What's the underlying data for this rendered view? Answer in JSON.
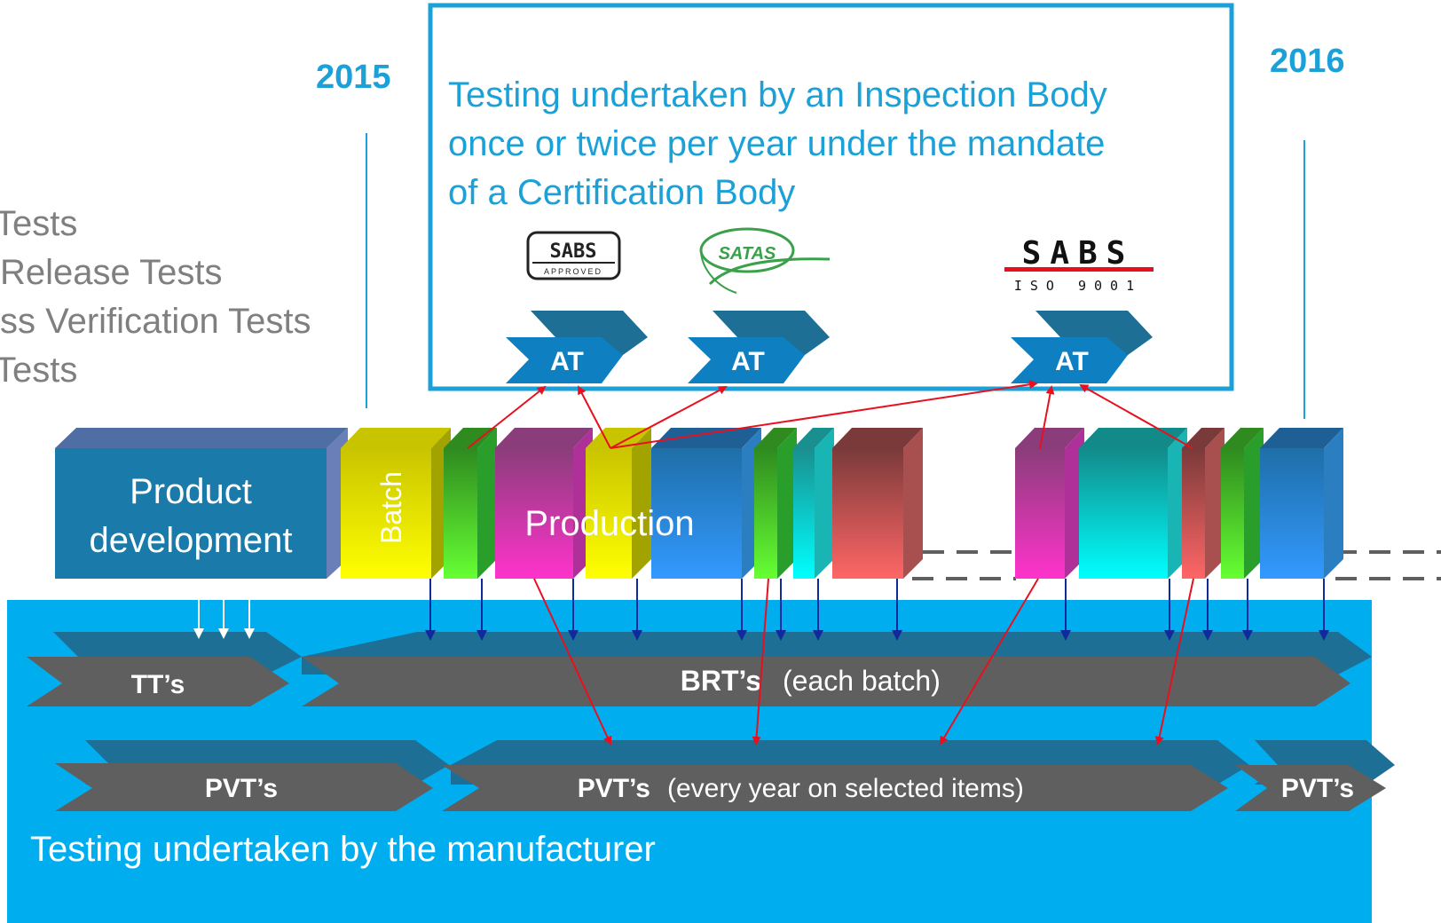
{
  "legend": {
    "items": [
      "Tests",
      " Release Tests",
      "ss Verification Tests",
      "Tests"
    ]
  },
  "years": {
    "start": "2015",
    "end": "2016"
  },
  "inspection_box": {
    "text_lines": [
      "Testing undertaken by an Inspection Body",
      "once or twice per year under the mandate",
      "of a Certification Body"
    ]
  },
  "logos": {
    "sabs_approved": {
      "top": "SABS",
      "bottom": "APPROVED"
    },
    "satas": "SATAS",
    "sabs_iso": {
      "top": "SABS",
      "bottom": "ISO 9001"
    }
  },
  "at_labels": [
    "AT",
    "AT",
    "AT"
  ],
  "blocks": {
    "product_dev": [
      "Product",
      "development"
    ],
    "batch": "Batch",
    "production": "Production"
  },
  "arrows": {
    "tts": "TT’s",
    "brts_bold": "BRT’s",
    "brts_normal": "(each batch)",
    "pvts_left": "PVT’s",
    "pvts_mid_bold": "PVT’s",
    "pvts_mid_normal": "(every year on selected items)",
    "pvts_right": "PVT’s"
  },
  "manufacturer_label": "Testing undertaken by the manufacturer",
  "colors": {
    "accent_blue": "#1ba1d8",
    "panel_blue": "#00aeef",
    "arrow_grey": "#5f5f5f",
    "arrow_top": "#1d6f96",
    "red_link": "#e8101f",
    "navy_link": "#102a9e"
  }
}
